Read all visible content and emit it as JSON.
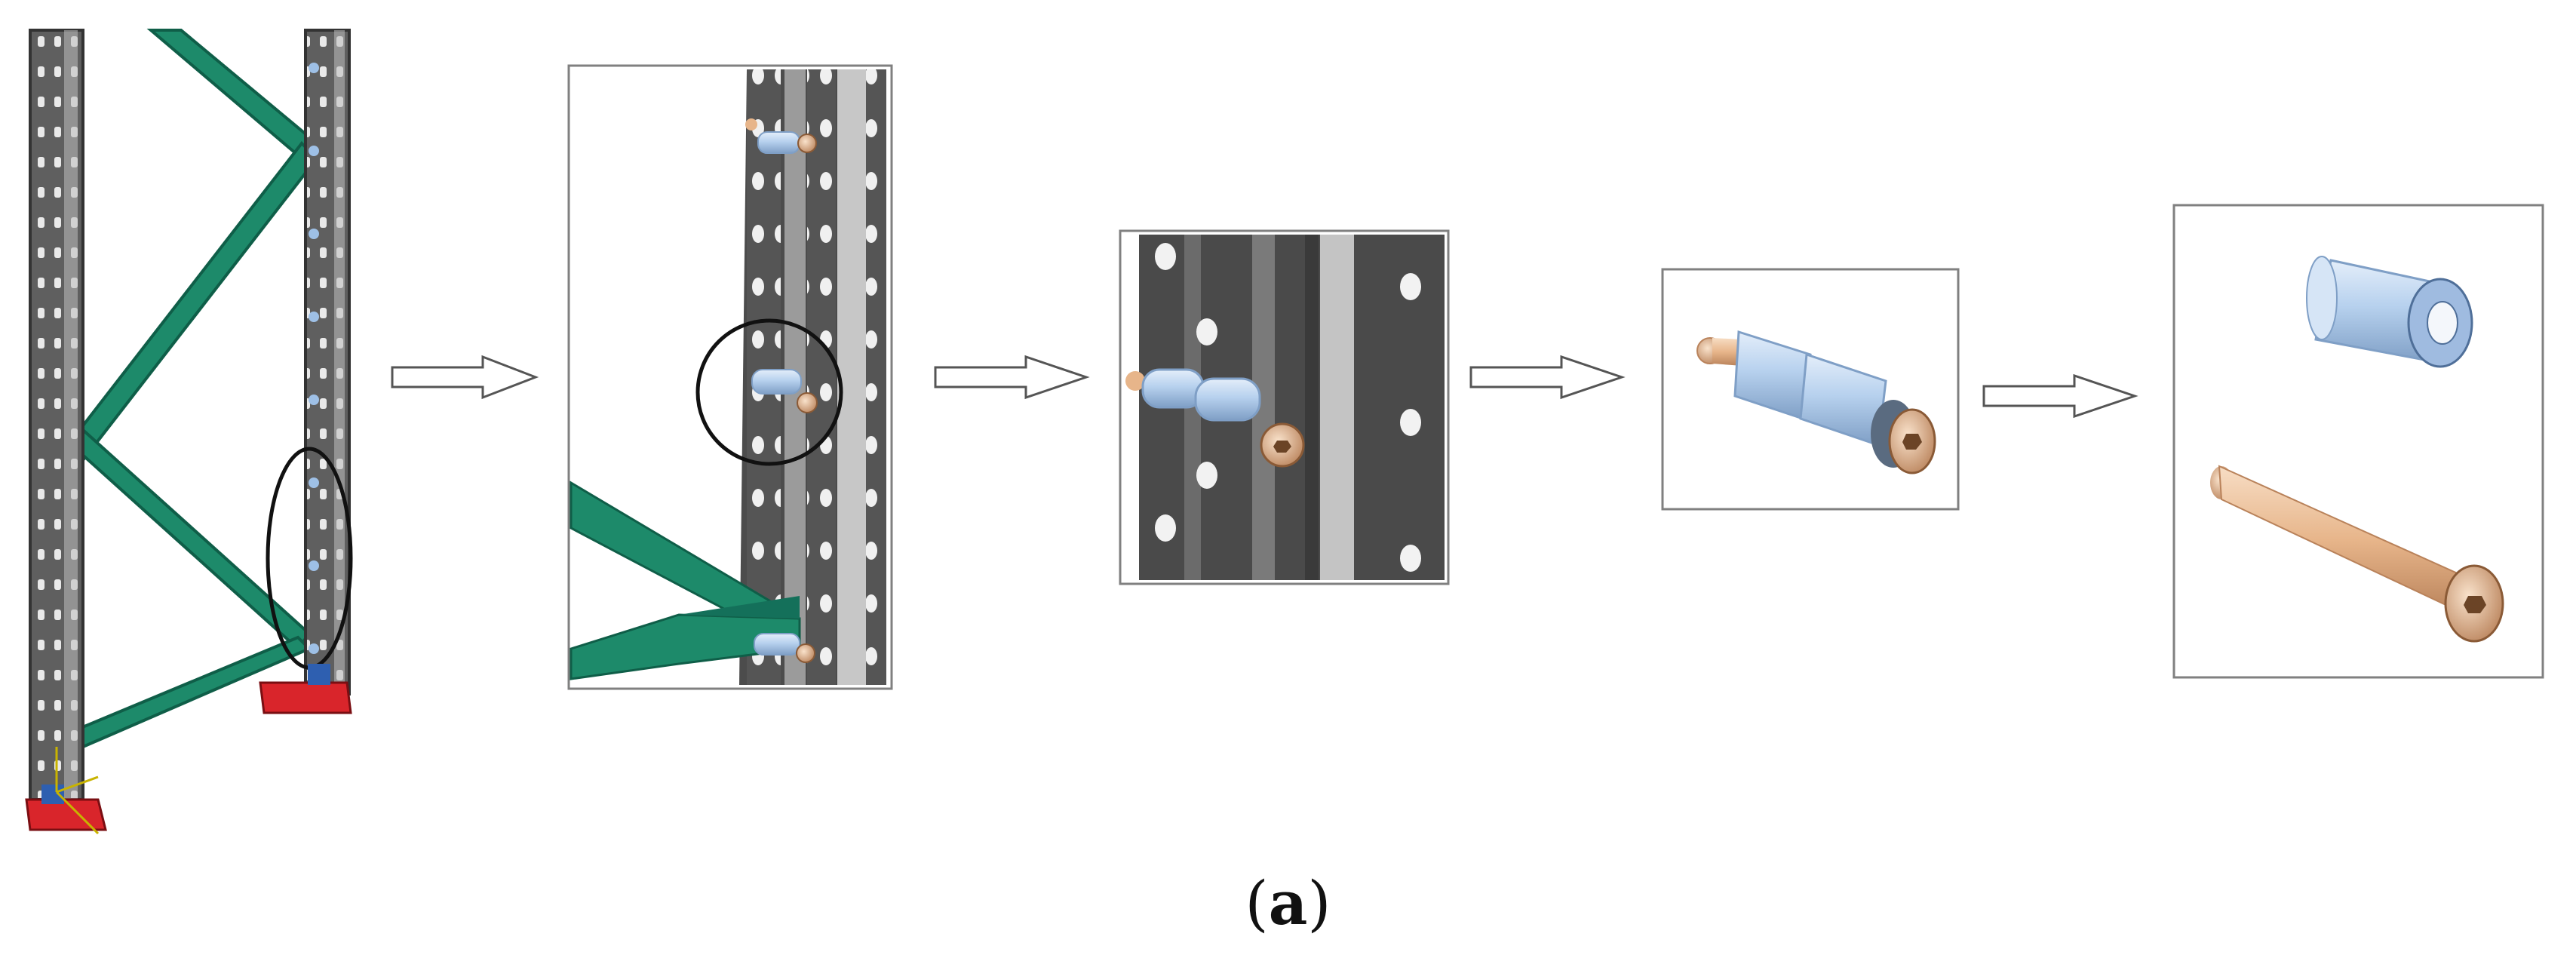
{
  "caption": {
    "open": "(",
    "letter": "a",
    "close": ")"
  },
  "colors": {
    "upright": "#5f5f5f",
    "upright_dark": "#3c3c3c",
    "upright_light": "#b8b8b8",
    "brace": "#1d8a6a",
    "brace_dark": "#0f5e48",
    "baseplate": "#d9252b",
    "spacer": "#b7d1ee",
    "spacer_dark": "#7f9fc6",
    "bolt": "#e7b58a",
    "bolt_dark": "#b9825a",
    "frame": "#808080",
    "highlight_ring": "#111111"
  },
  "steps": [
    {
      "name": "rack-frame-overview"
    },
    {
      "name": "upright-connection-detail"
    },
    {
      "name": "connector-closeup"
    },
    {
      "name": "spacer-bolt-assembly"
    },
    {
      "name": "exploded-components"
    }
  ]
}
